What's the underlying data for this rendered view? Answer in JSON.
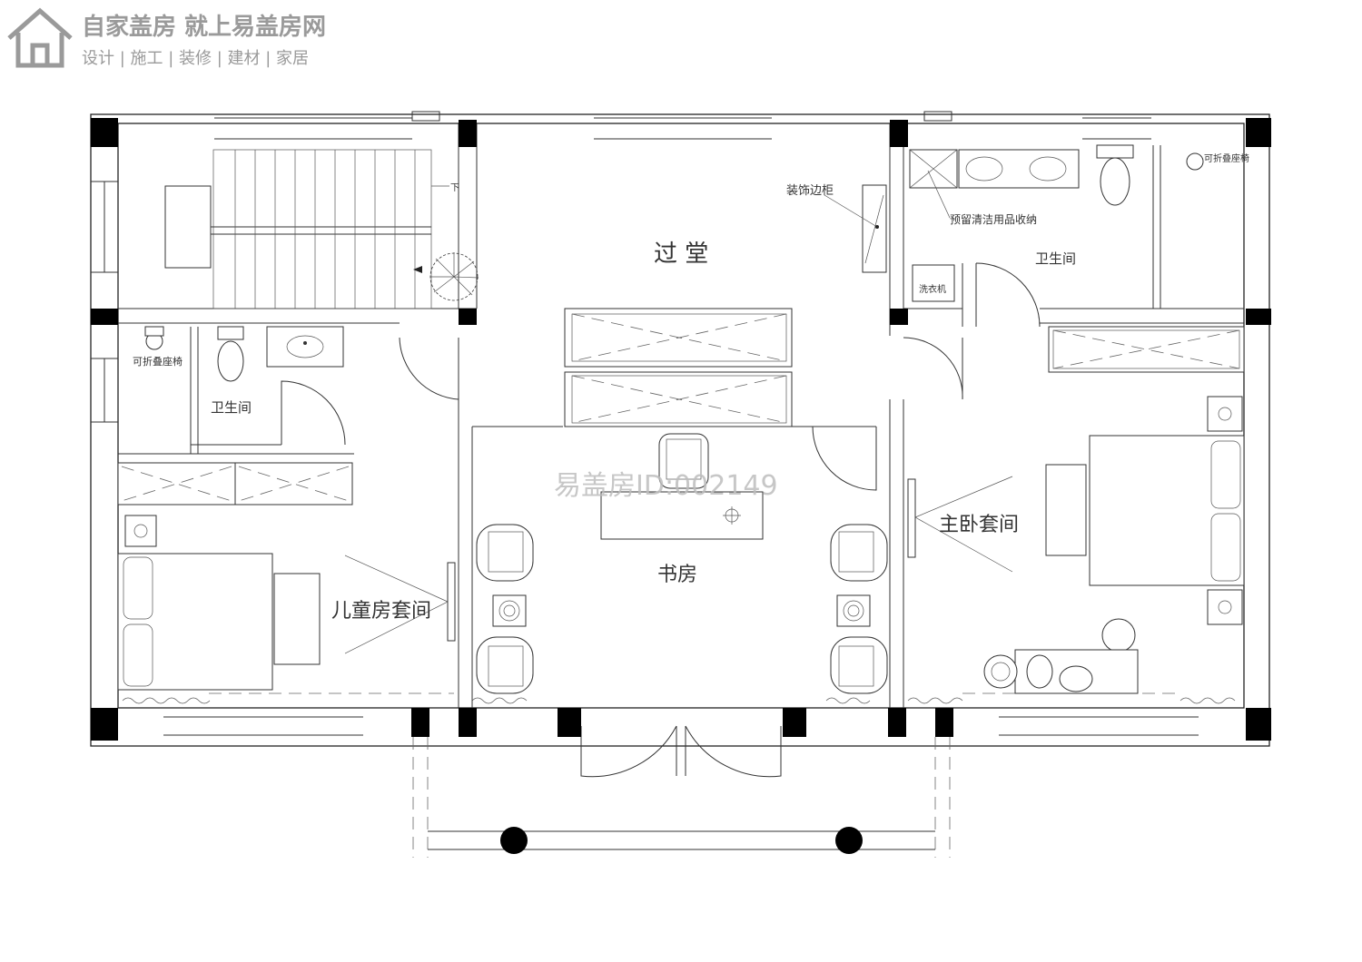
{
  "brand": {
    "title": "自家盖房 就上易盖房网",
    "subtitle": "设计 | 施工 | 装修 | 建材 | 家居"
  },
  "watermark": "易盖房ID:002149",
  "rooms": {
    "hall": "过 堂",
    "study": "书房",
    "kids_suite": "儿童房套间",
    "master_suite": "主卧套间",
    "bath_left": "卫生间",
    "bath_right": "卫生间"
  },
  "annotations": {
    "stair_down": "下",
    "decor_cabinet": "装饰边柜",
    "cleaning_storage": "预留清洁用品收纳",
    "washer": "洗衣机",
    "folding_seat_left": "可折叠座椅",
    "folding_seat_right": "可折叠座椅"
  }
}
